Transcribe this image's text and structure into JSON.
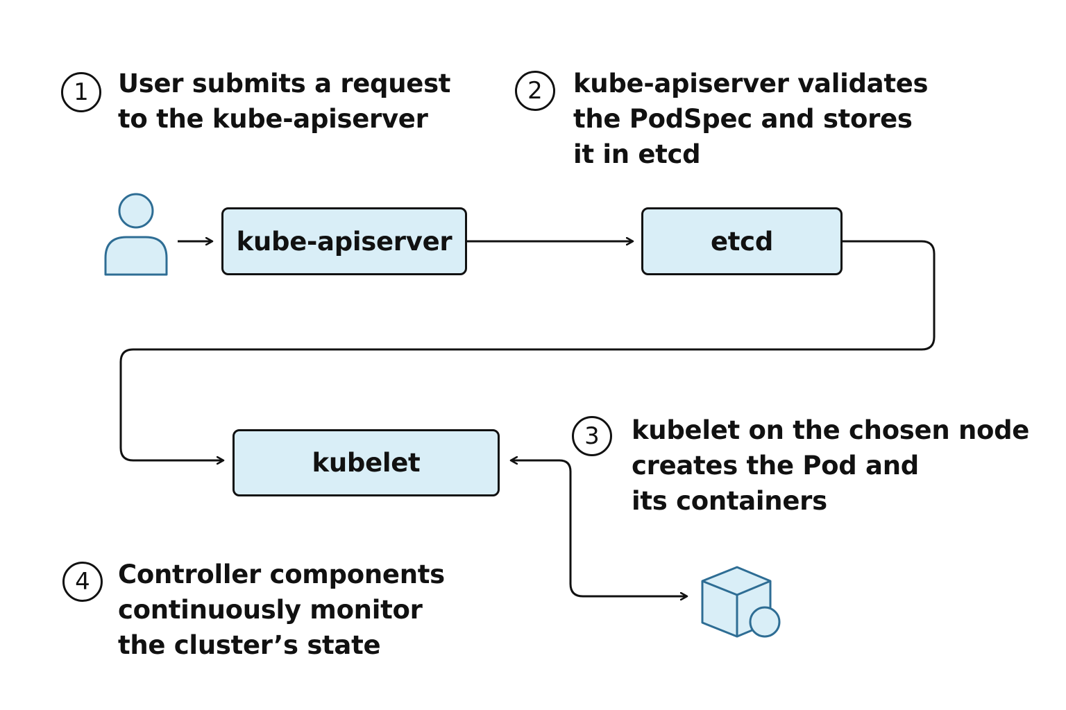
{
  "colors": {
    "box_fill": "#d9eef7",
    "icon_fill": "#d9eef7",
    "icon_stroke": "#2e6d94",
    "line": "#111111"
  },
  "steps": [
    {
      "number": "1",
      "lines": [
        "User submits a request",
        "to the kube-apiserver"
      ]
    },
    {
      "number": "2",
      "lines": [
        "kube-apiserver validates",
        "the PodSpec and stores",
        "it in etcd"
      ]
    },
    {
      "number": "3",
      "lines": [
        "kubelet on the chosen node",
        "creates the Pod and",
        "its containers"
      ]
    },
    {
      "number": "4",
      "lines": [
        "Controller components",
        "continuously monitor",
        "the cluster’s state"
      ]
    }
  ],
  "nodes": {
    "apiserver": "kube-apiserver",
    "etcd": "etcd",
    "kubelet": "kubelet"
  },
  "icons": {
    "user": "user-icon",
    "pod": "pod-cube-icon"
  }
}
